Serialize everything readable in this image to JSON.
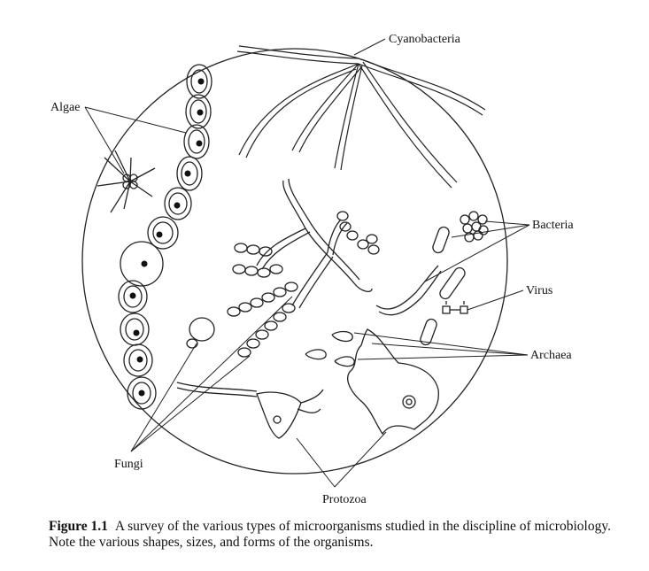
{
  "labels": {
    "cyanobacteria": "Cyanobacteria",
    "algae": "Algae",
    "bacteria": "Bacteria",
    "virus": "Virus",
    "archaea": "Archaea",
    "fungi": "Fungi",
    "protozoa": "Protozoa"
  },
  "caption": {
    "number": "Figure 1.1",
    "text": "A survey of the various types of microorganisms studied in the discipline of microbiology. Note the various shapes, sizes, and forms of the organisms."
  }
}
